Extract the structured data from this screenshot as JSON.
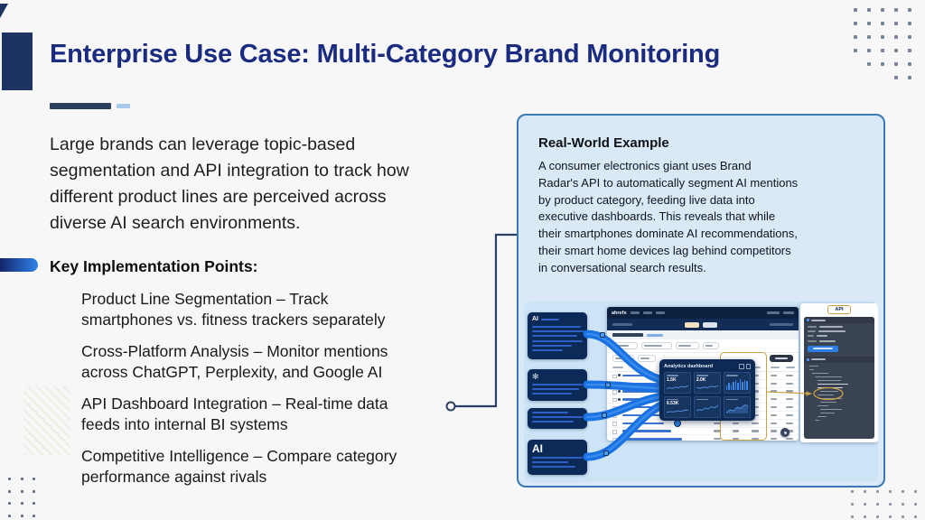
{
  "slide": {
    "title": "Enterprise Use Case: Multi-Category Brand Monitoring",
    "intro_lines": [
      "Large brands can leverage topic-based",
      "segmentation and API integration to track how",
      "different product lines are perceived across",
      "diverse AI search environments."
    ],
    "key_points_heading": "Key Implementation Points:",
    "key_points": [
      {
        "line1": "Product Line Segmentation – Track",
        "line2": "smartphones vs. fitness trackers separately"
      },
      {
        "line1": "Cross-Platform Analysis – Monitor mentions",
        "line2": "across ChatGPT, Perplexity, and Google AI"
      },
      {
        "line1": "API Dashboard Integration – Real-time data",
        "line2": "feeds into internal BI systems"
      },
      {
        "line1": "Competitive Intelligence – Compare category",
        "line2": "performance against rivals"
      }
    ]
  },
  "example_panel": {
    "heading": "Real-World Example",
    "body_lines": [
      "A consumer electronics giant uses Brand",
      "Radar's API to automatically segment AI mentions",
      "by product category, feeding live data into",
      "executive dashboards. This reveals that while",
      "their smartphones dominate AI recommendations,",
      "their smart home devices lag behind competitors",
      "in conversational search results."
    ]
  },
  "illustration": {
    "source_cards": [
      {
        "label": "AI"
      },
      {
        "label": "",
        "icon": "openai-icon"
      },
      {
        "label": ""
      },
      {
        "label": "AI"
      }
    ],
    "dashboard": {
      "logo": "ahrefs",
      "popup": {
        "title": "Analytics dashboard",
        "metrics": [
          {
            "value": "1.5K"
          },
          {
            "value": "2.0K"
          },
          {
            "value": "6.53K"
          }
        ]
      }
    },
    "api_panel": {
      "badge": "API"
    },
    "icons": {
      "card2": "openai-icon",
      "popup_corner": "expand-icon"
    },
    "colors": {
      "title_navy": "#1b2c80",
      "panel_fill": "#d9e9f8",
      "panel_border": "#3a79b3",
      "card_navy": "#0b2a58",
      "ribbon_blue": "#1a72e2",
      "gold_highlight": "#c9a248"
    }
  }
}
